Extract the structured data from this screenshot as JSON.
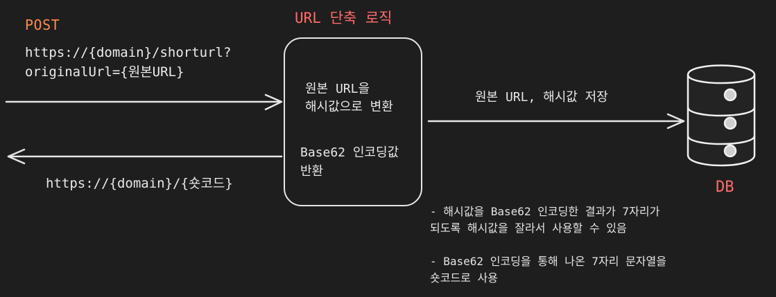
{
  "request": {
    "method": "POST",
    "url_line1": "https://{domain}/shorturl?",
    "url_line2": "originalUrl={원본URL}"
  },
  "logic": {
    "title": "URL 단축 로직",
    "step1_line1": "원본 URL을",
    "step1_line2": "해시값으로 변환",
    "step2_line1": "Base62 인코딩값",
    "step2_line2": "반환"
  },
  "response": {
    "url": "https://{domain}/{숏코드}"
  },
  "storage": {
    "action": "원본 URL, 해시값 저장",
    "db_label": "DB",
    "db_icon": "database-icon"
  },
  "notes": [
    {
      "line1": "- 해시값을 Base62 인코딩한 결과가 7자리가",
      "line2": "되도록 해시값을 잘라서 사용할 수 있음"
    },
    {
      "line1": "- Base62 인코딩을 통해 나온 7자리 문자열을",
      "line2": "숏코드로 사용"
    }
  ],
  "colors": {
    "background": "#1e1e1e",
    "post_label": "#ff8a4c",
    "logic_title": "#ff6b6b",
    "db_label": "#ff6b6b",
    "stroke": "#e6e6e6"
  }
}
